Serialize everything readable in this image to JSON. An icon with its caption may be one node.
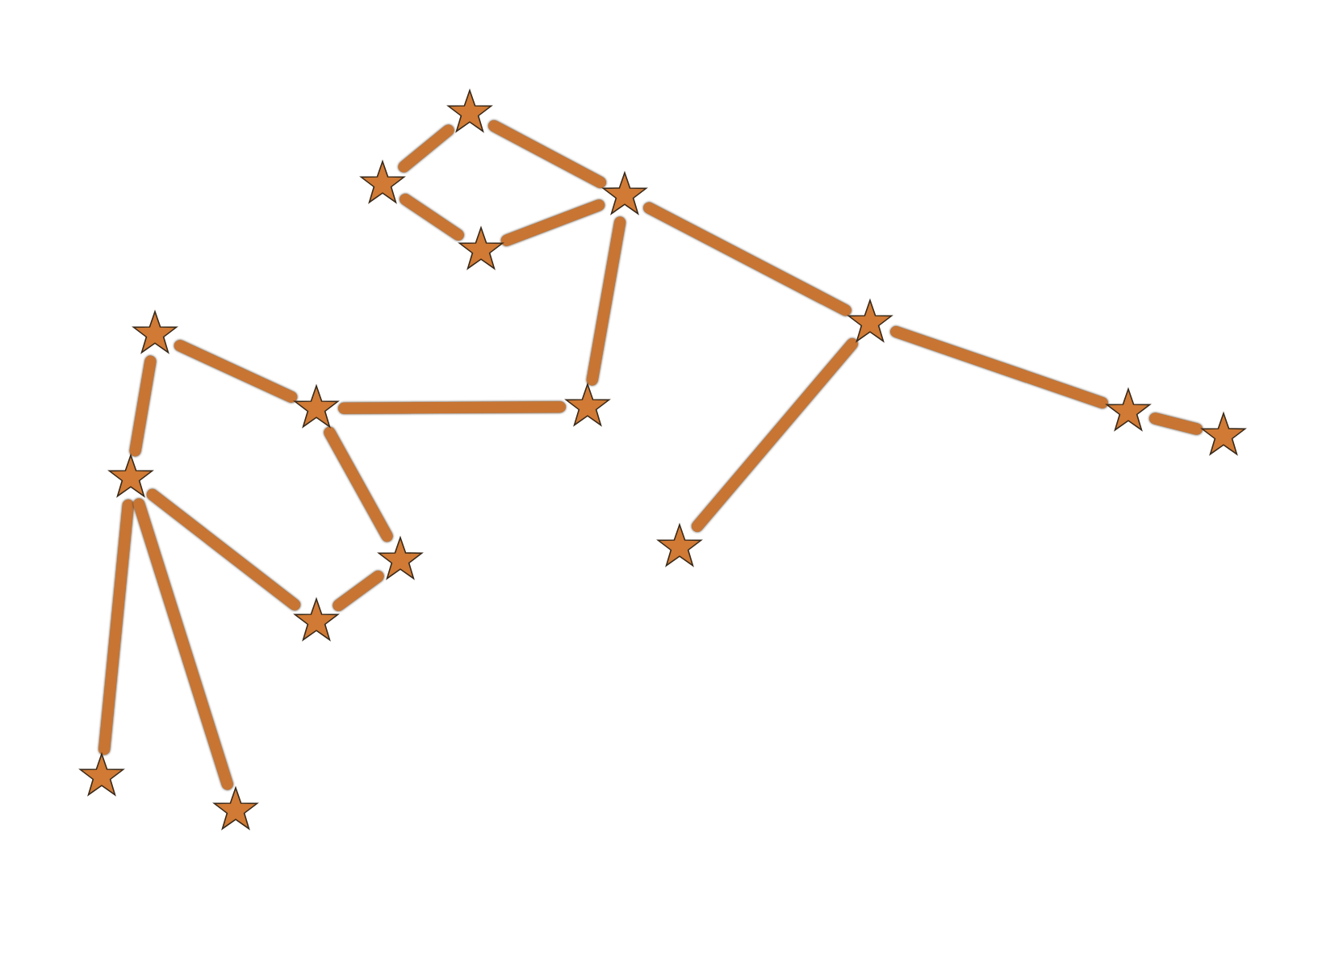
{
  "diagram": {
    "nodes": [
      {
        "text": [],
        "shape": "star"
      },
      {
        "text": [],
        "shape": "star"
      },
      {
        "text": [],
        "shape": "star"
      },
      {
        "text": [],
        "shape": "star"
      },
      {
        "text": [],
        "shape": "star"
      },
      {
        "text": [],
        "shape": "star"
      },
      {
        "text": [],
        "shape": "star"
      },
      {
        "text": [],
        "shape": "star"
      },
      {
        "text": [],
        "shape": "star"
      },
      {
        "text": [],
        "shape": "star"
      },
      {
        "text": [],
        "shape": "star"
      },
      {
        "text": [],
        "shape": "star"
      },
      {
        "text": [],
        "shape": "star"
      },
      {
        "text": [],
        "shape": "star"
      },
      {
        "text": [],
        "shape": "star"
      },
      {
        "text": [],
        "shape": "star"
      }
    ],
    "edges": [
      {
        "from": 1,
        "to": 0,
        "arrow": "none"
      },
      {
        "from": 0,
        "to": 2,
        "arrow": "none"
      },
      {
        "from": 1,
        "to": 3,
        "arrow": "none"
      },
      {
        "from": 3,
        "to": 2,
        "arrow": "none"
      },
      {
        "from": 2,
        "to": 7,
        "arrow": "none"
      },
      {
        "from": 2,
        "to": 4,
        "arrow": "none"
      },
      {
        "from": 4,
        "to": 8,
        "arrow": "none"
      },
      {
        "from": 8,
        "to": 9,
        "arrow": "none"
      },
      {
        "from": 4,
        "to": 11,
        "arrow": "none"
      },
      {
        "from": 5,
        "to": 6,
        "arrow": "none"
      },
      {
        "from": 6,
        "to": 7,
        "arrow": "none"
      },
      {
        "from": 5,
        "to": 10,
        "arrow": "none"
      },
      {
        "from": 6,
        "to": 12,
        "arrow": "none"
      },
      {
        "from": 10,
        "to": 13,
        "arrow": "none"
      },
      {
        "from": 13,
        "to": 12,
        "arrow": "none"
      },
      {
        "from": 10,
        "to": 14,
        "arrow": "none"
      },
      {
        "from": 10,
        "to": 15,
        "arrow": "none"
      }
    ]
  }
}
